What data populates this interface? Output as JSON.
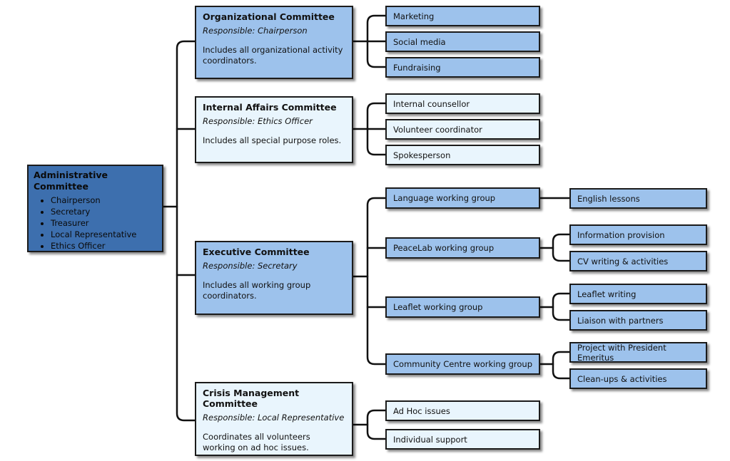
{
  "admin": {
    "title": "Administrative Committee",
    "members": [
      "Chairperson",
      "Secretary",
      "Treasurer",
      "Local Representative",
      "Ethics Officer"
    ]
  },
  "committees": {
    "organizational": {
      "title": "Organizational Committee",
      "responsible": "Responsible: Chairperson",
      "description": "Includes all organizational activity coordinators.",
      "children": [
        "Marketing",
        "Social media",
        "Fundraising"
      ]
    },
    "internal": {
      "title": "Internal Affairs Committee",
      "responsible": "Responsible: Ethics Officer",
      "description": "Includes all special purpose roles.",
      "children": [
        "Internal counsellor",
        "Volunteer coordinator",
        "Spokesperson"
      ]
    },
    "executive": {
      "title": "Executive Committee",
      "responsible": "Responsible: Secretary",
      "description": "Includes all working group coordinators.",
      "groups": [
        {
          "name": "Language working group",
          "tasks": [
            "English lessons"
          ]
        },
        {
          "name": "PeaceLab working group",
          "tasks": [
            "Information provision",
            "CV writing & activities"
          ]
        },
        {
          "name": "Leaflet working group",
          "tasks": [
            "Leaflet writing",
            "Liaison with partners"
          ]
        },
        {
          "name": "Community Centre working group",
          "tasks": [
            "Project with President Emeritus",
            "Clean-ups & activities"
          ]
        }
      ]
    },
    "crisis": {
      "title": "Crisis Management Committee",
      "responsible": "Responsible: Local Representative",
      "description": "Coordinates all volunteers working on ad hoc issues.",
      "children": [
        "Ad Hoc issues",
        "Individual support"
      ]
    }
  },
  "colors": {
    "dark": "#3d6fae",
    "mid": "#9dc2ec",
    "light": "#e9f5fd",
    "border": "#1b1b1b"
  }
}
